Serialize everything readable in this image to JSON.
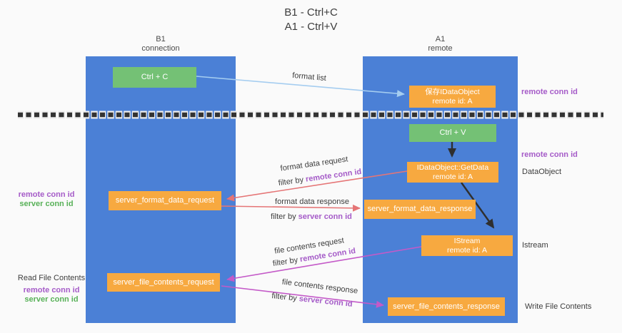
{
  "title": {
    "line1": "B1 - Ctrl+C",
    "line2": "A1 - Ctrl+V"
  },
  "lifelines": {
    "left": {
      "header_top": "B1",
      "header_bottom": "connection"
    },
    "right": {
      "header_top": "A1",
      "header_bottom": "remote"
    }
  },
  "boxes": {
    "ctrl_c": {
      "label": "Ctrl + C"
    },
    "ctrl_v": {
      "label": "Ctrl + V"
    },
    "save_idataobject": {
      "line1": "保存IDataObject",
      "line2": "remote id: A"
    },
    "getdata": {
      "line1": "IDataObject::GetData",
      "line2": "remote id: A"
    },
    "istream": {
      "line1": "IStream",
      "line2": "remote id: A"
    },
    "format_request": {
      "label": "server_format_data_request"
    },
    "format_response": {
      "label": "server_format_data_response"
    },
    "file_request": {
      "label": "server_file_contents_request"
    },
    "file_response": {
      "label": "server_file_contents_response"
    }
  },
  "flow_labels": {
    "format_list": "format list",
    "format_data_request": "format data request",
    "format_data_request_filter": {
      "prefix": "filter by ",
      "key": "remote conn id"
    },
    "format_data_response": "format data response",
    "format_data_response_filter": {
      "prefix": "filter by ",
      "key": "server conn id"
    },
    "file_contents_request": "file contents request",
    "file_contents_request_filter": {
      "prefix": "filter by ",
      "key": "remote conn id"
    },
    "file_contents_response": "file contents response",
    "file_contents_response_filter": {
      "prefix": "filter by ",
      "key": "server conn id"
    }
  },
  "side_labels": {
    "right_remote_conn_id_top": "remote conn id",
    "right_remote_conn_id_mid": "remote conn id",
    "right_dataobject": "DataObject",
    "right_istream": "Istream",
    "right_write_file": "Write File Contents",
    "left_remote_conn_id_mid": "remote conn id",
    "left_server_conn_id_mid": "server conn id",
    "left_read_file": "Read File Contents",
    "left_remote_conn_id_bottom": "remote conn id",
    "left_server_conn_id_bottom": "server conn id"
  },
  "colors": {
    "lifeline_blue": "#4b80d6",
    "box_orange": "#f7a940",
    "box_green": "#74c175",
    "arrow_light_blue": "#a5cdf0",
    "arrow_red": "#e57576",
    "arrow_magenta": "#c45ac8",
    "arrow_black": "#2f2f2f",
    "separator_dash": "#333333",
    "text_purple": "#a55bc8",
    "text_green": "#58b158",
    "background": "#fafafa"
  }
}
